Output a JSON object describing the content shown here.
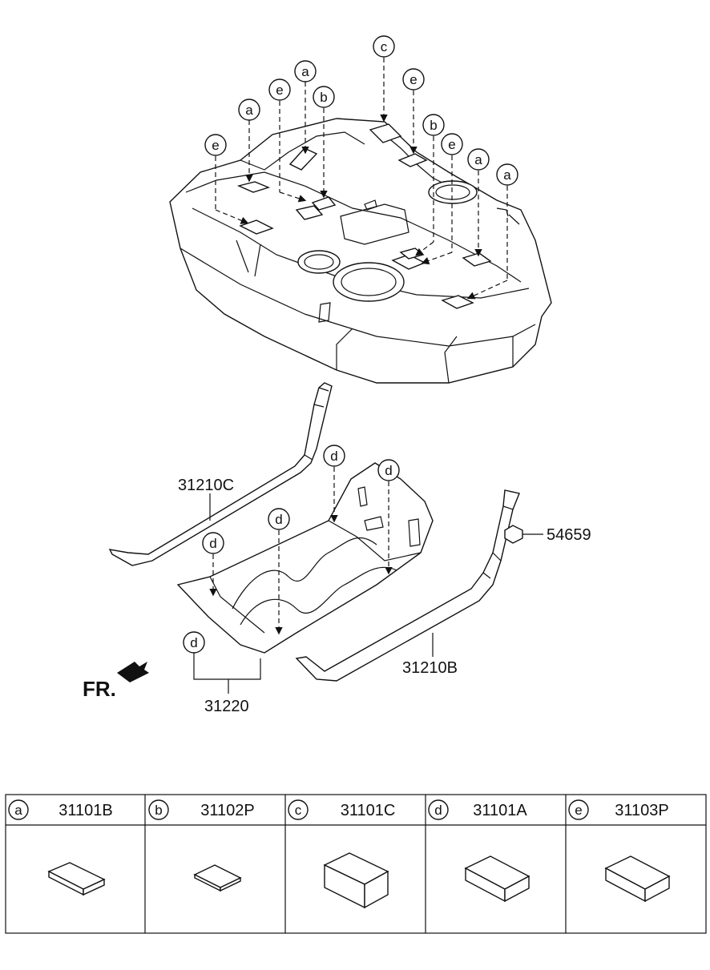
{
  "callouts": {
    "a": "a",
    "b": "b",
    "c": "c",
    "d": "d",
    "e": "e"
  },
  "part_labels": {
    "strap_c": "31210C",
    "strap_b": "31210B",
    "protector": "31220",
    "nut": "54659"
  },
  "front_indicator": "FR.",
  "legend": [
    {
      "letter": "a",
      "part": "31101B"
    },
    {
      "letter": "b",
      "part": "31102P"
    },
    {
      "letter": "c",
      "part": "31101C"
    },
    {
      "letter": "d",
      "part": "31101A"
    },
    {
      "letter": "e",
      "part": "31103P"
    }
  ]
}
